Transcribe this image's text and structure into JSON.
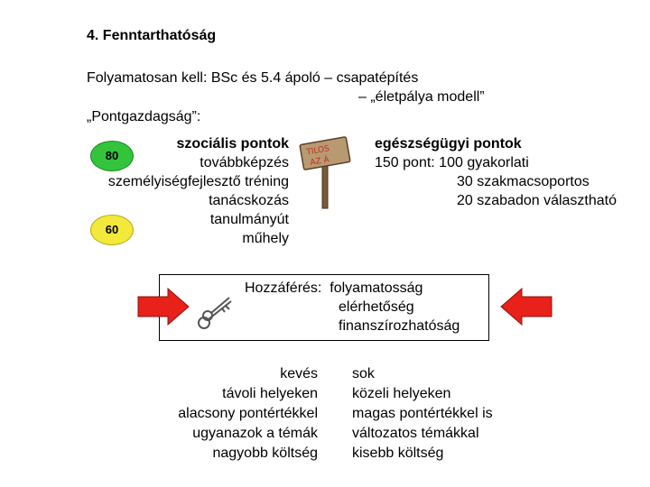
{
  "title": "4. Fenntarthatóság",
  "intro": {
    "line1": "Folyamatosan kell: BSc és 5.4 ápoló – csapatépítés",
    "line2": "– „életpálya modell”",
    "line3": "„Pontgazdagság”:"
  },
  "badges": {
    "green": "80",
    "yellow": "60"
  },
  "sign_text": [
    "TILOS",
    "AZ Á"
  ],
  "social": {
    "heading": "szociális pontok",
    "items": [
      "továbbképzés",
      "személyiségfejlesztő tréning",
      "tanácskozás",
      "tanulmányút",
      "műhely"
    ]
  },
  "health": {
    "heading": "egészségügyi pontok",
    "line1": "150 pont: 100 gyakorlati",
    "line2": "30 szakmacsoportos",
    "line3": "20 szabadon választható"
  },
  "access": {
    "label": "Hozzáférés:",
    "items": [
      "folyamatosság",
      "elérhetőség",
      "finanszírozhatóság"
    ]
  },
  "comparison": {
    "left": [
      "kevés",
      "távoli helyeken",
      "alacsony pontértékkel",
      "ugyanazok a témák",
      "nagyobb költség"
    ],
    "right": [
      "sok",
      "közeli helyeken",
      "magas pontértékkel is",
      "változatos témákkal",
      "kisebb költség"
    ]
  },
  "colors": {
    "arrow": "#e8211a",
    "badge_green": "#33c43c",
    "badge_yellow": "#f2e93b"
  }
}
